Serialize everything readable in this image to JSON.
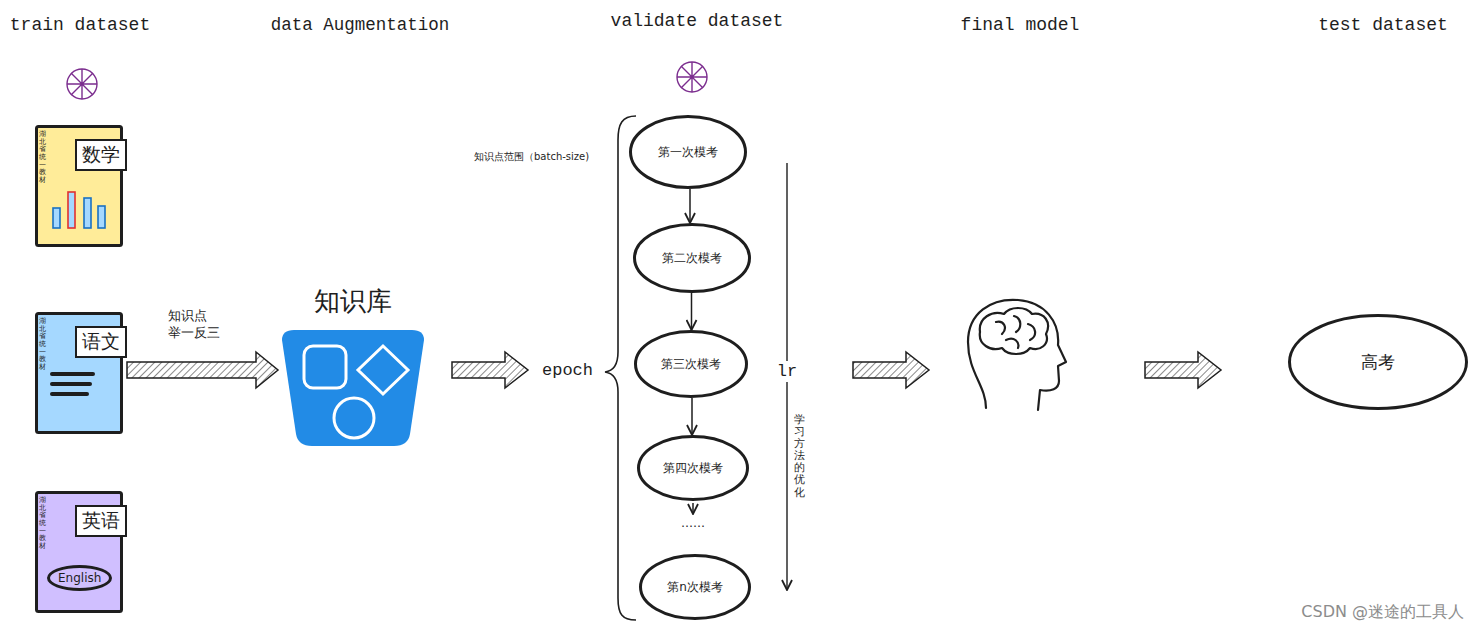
{
  "diagram": {
    "nodes": [
      {
        "text": [
          "湖北省统一教材",
          "数学"
        ]
      },
      {
        "text": [
          "湖北省统一教材",
          "语文"
        ]
      },
      {
        "text": [
          "湖北省统一教材",
          "英语",
          "English"
        ]
      },
      {
        "text": [
          "知识库"
        ]
      },
      {
        "text": [
          "第一次模考"
        ]
      },
      {
        "text": [
          "第二次模考"
        ]
      },
      {
        "text": [
          "第三次模考"
        ]
      },
      {
        "text": [
          "第四次模考"
        ]
      },
      {
        "text": [
          "第n次模考"
        ]
      },
      {
        "text": [
          "高考"
        ]
      }
    ],
    "edges": [
      {
        "from": 1,
        "to": 3,
        "label": "知识点 举一反三",
        "arrow": "to"
      },
      {
        "from": 4,
        "to": 5,
        "arrow": "to"
      },
      {
        "from": 5,
        "to": 6,
        "arrow": "to"
      },
      {
        "from": 6,
        "to": 7,
        "arrow": "to"
      }
    ],
    "labels": [
      "train dataset",
      "data Augmentation",
      "validate dataset",
      "final model",
      "test dataset",
      "知识点范围（batch-size)",
      "epoch",
      "……",
      "lr",
      "学习方法的优化",
      "CSDN @迷途的工具人"
    ]
  }
}
